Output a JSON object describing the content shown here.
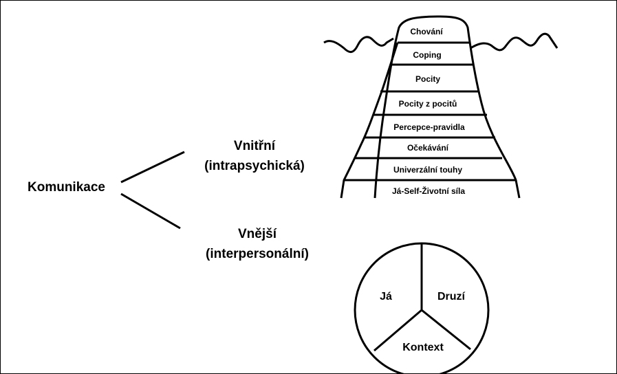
{
  "root": {
    "label": "Komunikace"
  },
  "branches": {
    "inner": {
      "line1": "Vnitřní",
      "line2": "(intrapsychická)"
    },
    "outer": {
      "line1": "Vnější",
      "line2": "(interpersonální)"
    }
  },
  "iceberg": {
    "layers": [
      "Chování",
      "Coping",
      "Pocity",
      "Pocity z pocitů",
      "Percepce-pravidla",
      "Očekávání",
      "Univerzální touhy",
      "Já-Self-Životní síla"
    ]
  },
  "circle": {
    "segments": [
      "Já",
      "Druzí",
      "Kontext"
    ]
  }
}
